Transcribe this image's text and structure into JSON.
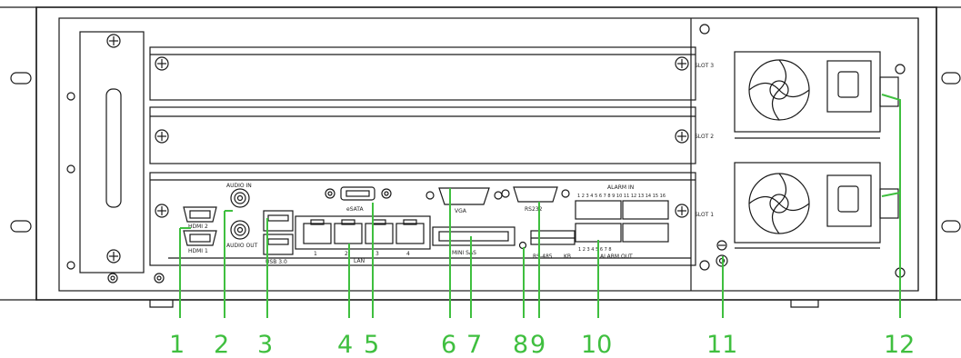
{
  "panel_labels": {
    "audio_in": "AUDIO IN",
    "audio_out": "AUDIO OUT",
    "hdmi2": "HDMI 2",
    "hdmi1": "HDMI 1",
    "usb": "USB 3.0",
    "esata": "eSATA",
    "lan": "LAN",
    "lan_ports": [
      "1",
      "2",
      "3",
      "4"
    ],
    "vga": "VGA",
    "mini_sas": "MINI SAS",
    "rs232": "RS232",
    "rs485": "RS-485",
    "kb": "KB",
    "alarm_in": "ALARM IN",
    "alarm_in_numbers": "1 2 3 4 5 6 7 8  9 10 11 12 13 14 15 16",
    "alarm_out": "ALARM OUT",
    "alarm_out_numbers": "1 2 3 4 5 6 7 8",
    "slot3": "SLOT 3",
    "slot2": "SLOT 2",
    "slot1": "SLOT 1"
  },
  "callouts": [
    "1",
    "2",
    "3",
    "4",
    "5",
    "6",
    "7",
    "8",
    "9",
    "10",
    "11",
    "12"
  ],
  "colors": {
    "callout": "#3fbf3f",
    "line": "#1a1a1a",
    "panel": "#ffffff"
  }
}
